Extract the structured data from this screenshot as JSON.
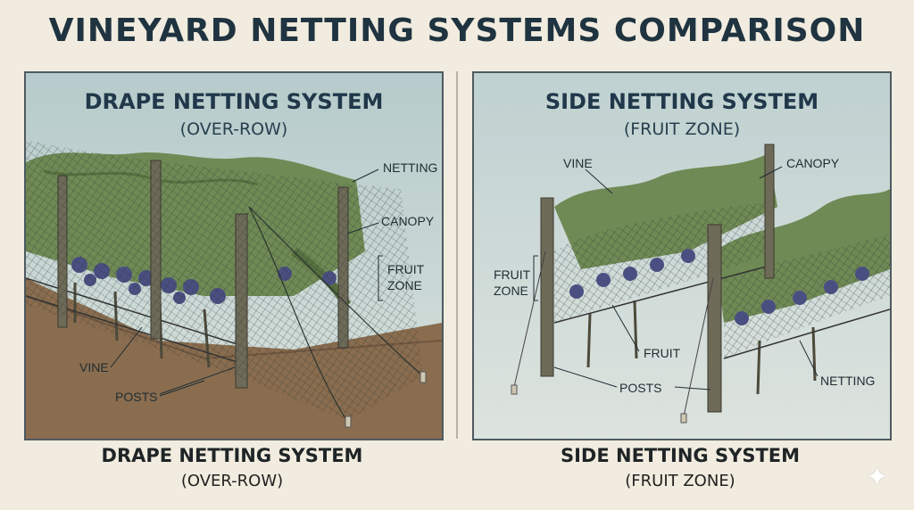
{
  "title": "VINEYARD NETTING SYSTEMS COMPARISON",
  "left_panel": {
    "title": "DRAPE NETTING SYSTEM",
    "subtitle": "(OVER-ROW)",
    "labels": {
      "netting": "NETTING",
      "canopy": "CANOPY",
      "fruit_zone_line1": "FRUIT",
      "fruit_zone_line2": "ZONE",
      "vine": "VINE",
      "posts": "POSTS"
    },
    "caption_title": "DRAPE NETTING SYSTEM",
    "caption_subtitle": "(OVER-ROW)"
  },
  "right_panel": {
    "title": "SIDE NETTING SYSTEM",
    "subtitle": "(FRUIT ZONE)",
    "labels": {
      "vine": "VINE",
      "canopy": "CANOPY",
      "fruit_zone_line1": "FRUIT",
      "fruit_zone_line2": "ZONE",
      "fruit": "FRUIT",
      "posts": "POSTS",
      "netting": "NETTING"
    },
    "caption_title": "SIDE NETTING SYSTEM",
    "caption_subtitle": "(FRUIT ZONE)"
  },
  "colors": {
    "sky": "#c3d4d2",
    "ground": "#8a6d4f",
    "canopy": "#6f8a55",
    "grape": "#4a4f82",
    "post": "#6e6a58",
    "net": "#2b3430"
  },
  "icons": [
    "sparkle-icon"
  ]
}
